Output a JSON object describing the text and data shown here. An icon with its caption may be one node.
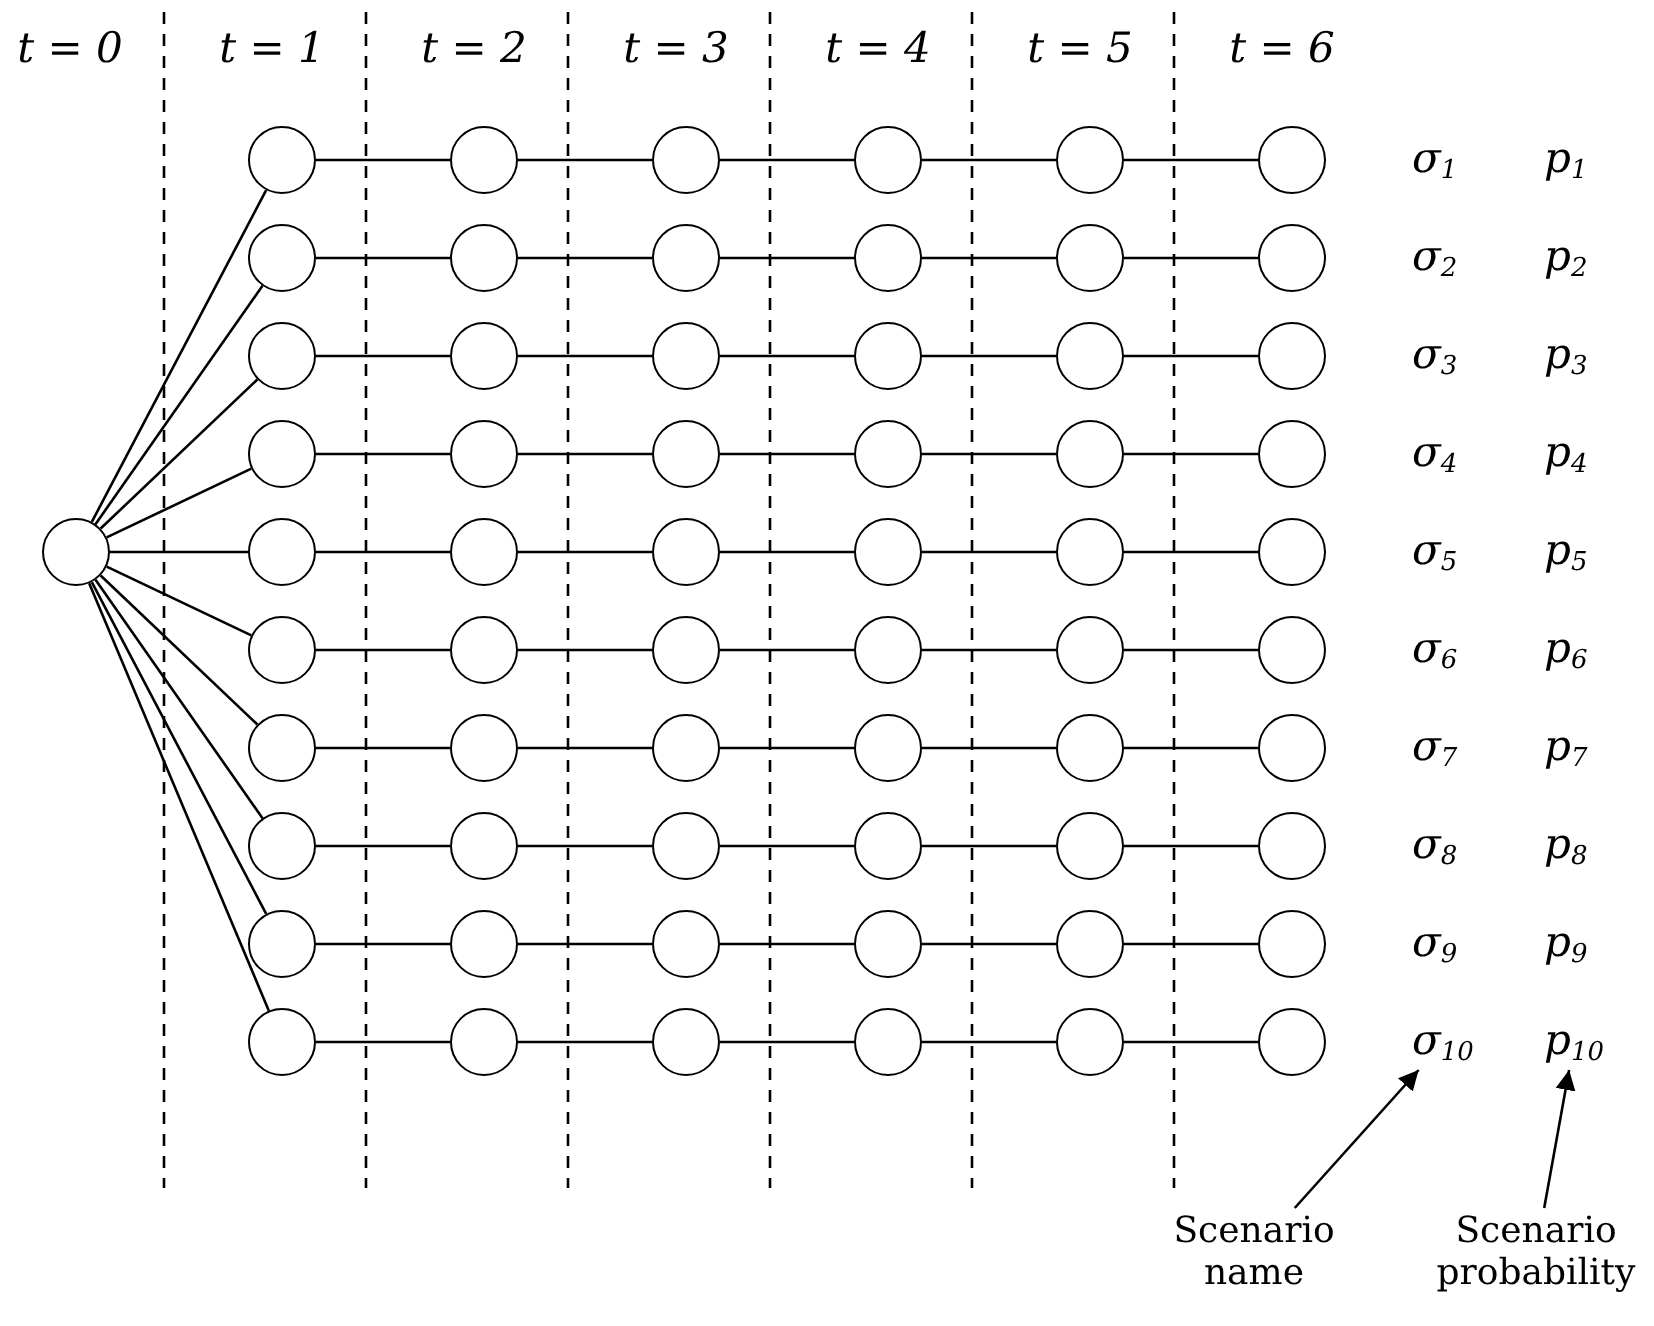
{
  "diagram": {
    "nodes": [
      {
        "text": [],
        "shape": "circle"
      },
      {
        "text": [],
        "shape": "circle"
      },
      {
        "text": [],
        "shape": "circle"
      },
      {
        "text": [],
        "shape": "circle"
      },
      {
        "text": [],
        "shape": "circle"
      },
      {
        "text": [],
        "shape": "circle"
      },
      {
        "text": [],
        "shape": "circle"
      },
      {
        "text": [],
        "shape": "circle"
      },
      {
        "text": [],
        "shape": "circle"
      },
      {
        "text": [],
        "shape": "circle"
      },
      {
        "text": [],
        "shape": "circle"
      },
      {
        "text": [],
        "shape": "circle"
      },
      {
        "text": [],
        "shape": "circle"
      },
      {
        "text": [],
        "shape": "circle"
      },
      {
        "text": [],
        "shape": "circle"
      },
      {
        "text": [],
        "shape": "circle"
      },
      {
        "text": [],
        "shape": "circle"
      },
      {
        "text": [],
        "shape": "circle"
      },
      {
        "text": [],
        "shape": "circle"
      },
      {
        "text": [],
        "shape": "circle"
      },
      {
        "text": [],
        "shape": "circle"
      },
      {
        "text": [],
        "shape": "circle"
      },
      {
        "text": [],
        "shape": "circle"
      },
      {
        "text": [],
        "shape": "circle"
      },
      {
        "text": [],
        "shape": "circle"
      },
      {
        "text": [],
        "shape": "circle"
      },
      {
        "text": [],
        "shape": "circle"
      },
      {
        "text": [],
        "shape": "circle"
      },
      {
        "text": [],
        "shape": "circle"
      },
      {
        "text": [],
        "shape": "circle"
      },
      {
        "text": [],
        "shape": "circle"
      },
      {
        "text": [],
        "shape": "circle"
      },
      {
        "text": [],
        "shape": "circle"
      },
      {
        "text": [],
        "shape": "circle"
      },
      {
        "text": [],
        "shape": "circle"
      },
      {
        "text": [],
        "shape": "circle"
      },
      {
        "text": [],
        "shape": "circle"
      },
      {
        "text": [],
        "shape": "circle"
      },
      {
        "text": [],
        "shape": "circle"
      },
      {
        "text": [],
        "shape": "circle"
      },
      {
        "text": [],
        "shape": "circle"
      },
      {
        "text": [],
        "shape": "circle"
      },
      {
        "text": [],
        "shape": "circle"
      },
      {
        "text": [],
        "shape": "circle"
      },
      {
        "text": [],
        "shape": "circle"
      },
      {
        "text": [],
        "shape": "circle"
      },
      {
        "text": [],
        "shape": "circle"
      },
      {
        "text": [],
        "shape": "circle"
      },
      {
        "text": [],
        "shape": "circle"
      },
      {
        "text": [],
        "shape": "circle"
      },
      {
        "text": [],
        "shape": "circle"
      },
      {
        "text": [],
        "shape": "circle"
      },
      {
        "text": [],
        "shape": "circle"
      },
      {
        "text": [],
        "shape": "circle"
      },
      {
        "text": [],
        "shape": "circle"
      },
      {
        "text": [],
        "shape": "circle"
      },
      {
        "text": [],
        "shape": "circle"
      },
      {
        "text": [],
        "shape": "circle"
      },
      {
        "text": [],
        "shape": "circle"
      },
      {
        "text": [],
        "shape": "circle"
      },
      {
        "text": [],
        "shape": "circle"
      },
      {
        "text": [
          "σ$_{10}$"
        ]
      },
      {
        "text": [
          "p$_{10}$"
        ]
      },
      {
        "text": [
          "Scenario name"
        ]
      },
      {
        "text": [
          "Scenario probability"
        ]
      }
    ],
    "edges": [
      {
        "from": 0,
        "to": 1,
        "arrow": "none"
      },
      {
        "from": 0,
        "to": 7,
        "arrow": "none"
      },
      {
        "from": 0,
        "to": 13,
        "arrow": "none"
      },
      {
        "from": 0,
        "to": 19,
        "arrow": "none"
      },
      {
        "from": 0,
        "to": 25,
        "arrow": "none"
      },
      {
        "from": 0,
        "to": 31,
        "arrow": "none"
      },
      {
        "from": 0,
        "to": 37,
        "arrow": "none"
      },
      {
        "from": 0,
        "to": 43,
        "arrow": "none"
      },
      {
        "from": 0,
        "to": 49,
        "arrow": "none"
      },
      {
        "from": 0,
        "to": 55,
        "arrow": "none"
      },
      {
        "from": 1,
        "to": 2,
        "arrow": "none"
      },
      {
        "from": 2,
        "to": 3,
        "arrow": "none"
      },
      {
        "from": 3,
        "to": 4,
        "arrow": "none"
      },
      {
        "from": 4,
        "to": 5,
        "arrow": "none"
      },
      {
        "from": 5,
        "to": 6,
        "arrow": "none"
      },
      {
        "from": 7,
        "to": 8,
        "arrow": "none"
      },
      {
        "from": 8,
        "to": 9,
        "arrow": "none"
      },
      {
        "from": 9,
        "to": 10,
        "arrow": "none"
      },
      {
        "from": 10,
        "to": 11,
        "arrow": "none"
      },
      {
        "from": 11,
        "to": 12,
        "arrow": "none"
      },
      {
        "from": 13,
        "to": 14,
        "arrow": "none"
      },
      {
        "from": 14,
        "to": 15,
        "arrow": "none"
      },
      {
        "from": 15,
        "to": 16,
        "arrow": "none"
      },
      {
        "from": 16,
        "to": 17,
        "arrow": "none"
      },
      {
        "from": 17,
        "to": 18,
        "arrow": "none"
      },
      {
        "from": 19,
        "to": 20,
        "arrow": "none"
      },
      {
        "from": 20,
        "to": 21,
        "arrow": "none"
      },
      {
        "from": 21,
        "to": 22,
        "arrow": "none"
      },
      {
        "from": 22,
        "to": 23,
        "arrow": "none"
      },
      {
        "from": 23,
        "to": 24,
        "arrow": "none"
      },
      {
        "from": 25,
        "to": 26,
        "arrow": "none"
      },
      {
        "from": 26,
        "to": 27,
        "arrow": "none"
      },
      {
        "from": 27,
        "to": 28,
        "arrow": "none"
      },
      {
        "from": 28,
        "to": 29,
        "arrow": "none"
      },
      {
        "from": 29,
        "to": 30,
        "arrow": "none"
      },
      {
        "from": 31,
        "to": 32,
        "arrow": "none"
      },
      {
        "from": 32,
        "to": 33,
        "arrow": "none"
      },
      {
        "from": 33,
        "to": 34,
        "arrow": "none"
      },
      {
        "from": 34,
        "to": 35,
        "arrow": "none"
      },
      {
        "from": 35,
        "to": 36,
        "arrow": "none"
      },
      {
        "from": 37,
        "to": 38,
        "arrow": "none"
      },
      {
        "from": 38,
        "to": 39,
        "arrow": "none"
      },
      {
        "from": 39,
        "to": 40,
        "arrow": "none"
      },
      {
        "from": 40,
        "to": 41,
        "arrow": "none"
      },
      {
        "from": 41,
        "to": 42,
        "arrow": "none"
      },
      {
        "from": 43,
        "to": 44,
        "arrow": "none"
      },
      {
        "from": 44,
        "to": 45,
        "arrow": "none"
      },
      {
        "from": 45,
        "to": 46,
        "arrow": "none"
      },
      {
        "from": 46,
        "to": 47,
        "arrow": "none"
      },
      {
        "from": 47,
        "to": 48,
        "arrow": "none"
      },
      {
        "from": 49,
        "to": 50,
        "arrow": "none"
      },
      {
        "from": 50,
        "to": 51,
        "arrow": "none"
      },
      {
        "from": 51,
        "to": 52,
        "arrow": "none"
      },
      {
        "from": 52,
        "to": 53,
        "arrow": "none"
      },
      {
        "from": 53,
        "to": 54,
        "arrow": "none"
      },
      {
        "from": 55,
        "to": 56,
        "arrow": "none"
      },
      {
        "from": 56,
        "to": 57,
        "arrow": "none"
      },
      {
        "from": 57,
        "to": 58,
        "arrow": "none"
      },
      {
        "from": 58,
        "to": 59,
        "arrow": "none"
      },
      {
        "from": 59,
        "to": 60,
        "arrow": "none"
      },
      {
        "from": 63,
        "to": 61,
        "arrow": "to"
      },
      {
        "from": 64,
        "to": 62,
        "arrow": "to"
      }
    ],
    "labels": [
      "t = 0",
      "t = 1",
      "t = 2",
      "t = 3",
      "t = 4",
      "t = 5",
      "t = 6",
      "σ$_{1}$",
      "p$_{1}$",
      "σ$_{2}$",
      "p$_{2}$",
      "σ$_{3}$",
      "p$_{3}$",
      "σ$_{4}$",
      "p$_{4}$",
      "σ$_{5}$",
      "p$_{5}$",
      "σ$_{6}$",
      "p$_{6}$",
      "σ$_{7}$",
      "p$_{7}$",
      "σ$_{8}$",
      "p$_{8}$",
      "σ$_{9}$",
      "p$_{9}$"
    ]
  }
}
